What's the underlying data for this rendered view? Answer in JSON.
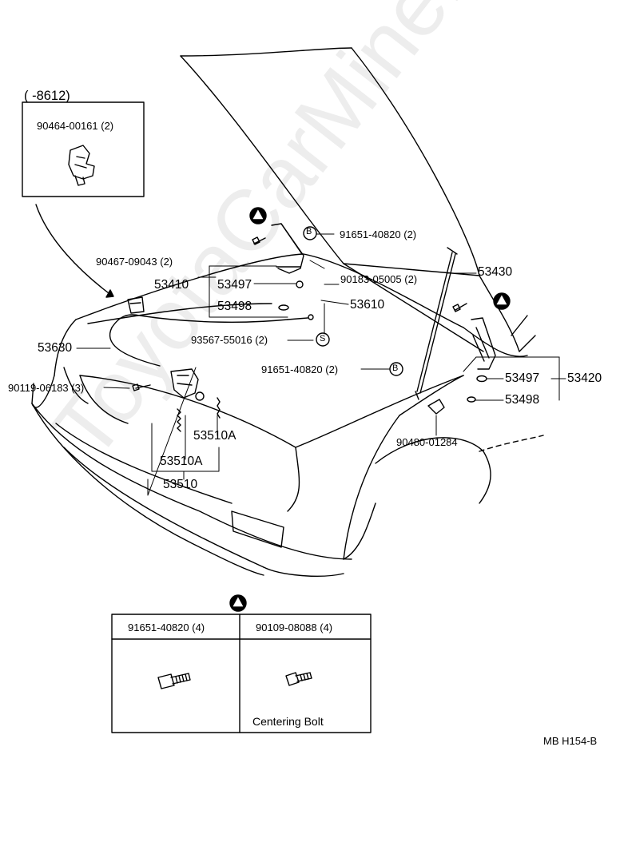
{
  "watermark": "ToyotaCarMine.ru",
  "inset": {
    "range": "(      -8612)",
    "part": "90464-00161 (2)"
  },
  "labels": {
    "p91651_top": "91651-40820 (2)",
    "p90467": "90467-09043 (2)",
    "p53410": "53410",
    "p53497_l": "53497",
    "p53498_l": "53498",
    "p90183": "90183-05005 (2)",
    "p53430": "53430",
    "p53610": "53610",
    "p53630": "53630",
    "p93567": "93567-55016 (2)",
    "p91651_mid": "91651-40820 (2)",
    "p53497_r": "53497",
    "p53420": "53420",
    "p53498_r": "53498",
    "p90119": "90119-06183 (3)",
    "p90480": "90480-01284",
    "p53510A_a": "53510A",
    "p53510A_b": "53510A",
    "p53510": "53510"
  },
  "markers": {
    "B": "B",
    "S": "S"
  },
  "table": {
    "col1": "91651-40820 (4)",
    "col2": "90109-08088 (4)",
    "note": "Centering Bolt"
  },
  "code": "MB  H154-B"
}
